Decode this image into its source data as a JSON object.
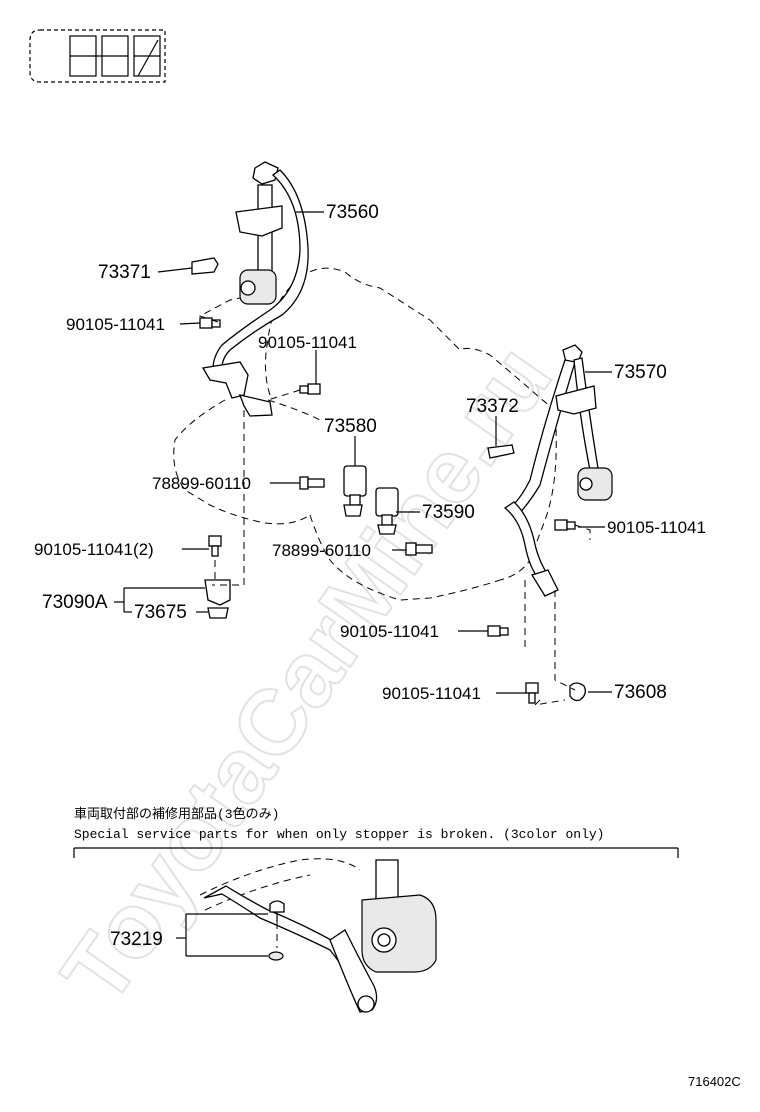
{
  "watermark": "ToyotaCarMine.ru",
  "labels": {
    "p73560": "73560",
    "p73371": "73371",
    "b90105_a": "90105-11041",
    "b90105_b": "90105-11041",
    "p73580": "73580",
    "p73372": "73372",
    "p73570": "73570",
    "b78899_a": "78899-60110",
    "p73590": "73590",
    "b90105_c": "90105-11041",
    "b90105_2": "90105-11041(2)",
    "b78899_b": "78899-60110",
    "p73090a": "73090A",
    "p73675": "73675",
    "b90105_d": "90105-11041",
    "b90105_e": "90105-11041",
    "p73608": "73608",
    "p73219": "73219"
  },
  "note": {
    "jp": "車両取付部の補修用部品(3色のみ)",
    "en": "Special service parts for when only stopper is broken. (3color only)"
  },
  "figure_code": "716402C"
}
